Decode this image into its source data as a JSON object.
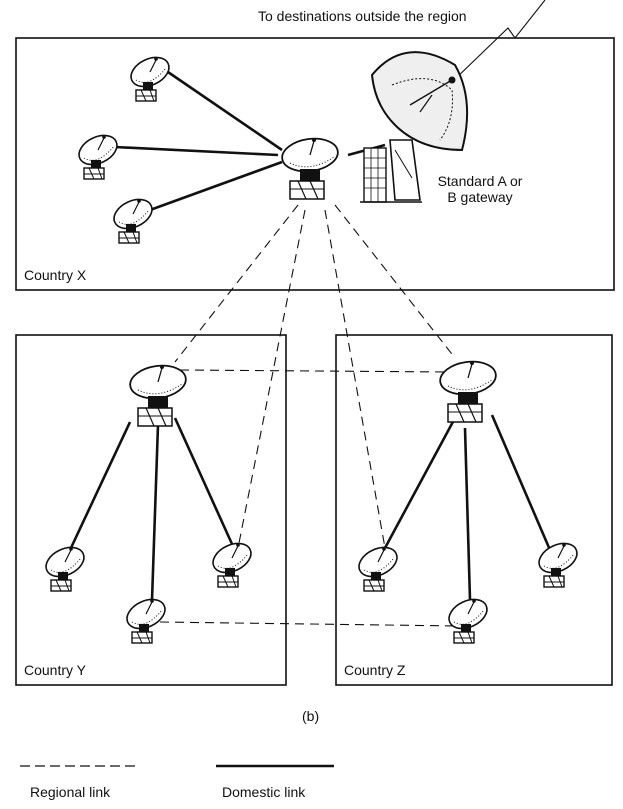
{
  "header_note": "To destinations outside the region",
  "gateway_label_line1": "Standard A or",
  "gateway_label_line2": "B gateway",
  "countries": {
    "x": "Country X",
    "y": "Country Y",
    "z": "Country Z"
  },
  "subfigure_label": "(b)",
  "legend": {
    "regional": "Regional link",
    "domestic": "Domestic link"
  },
  "colors": {
    "ink": "#111111",
    "dish_fill": "#ffffff",
    "dish_shade": "#dcdcdc"
  }
}
